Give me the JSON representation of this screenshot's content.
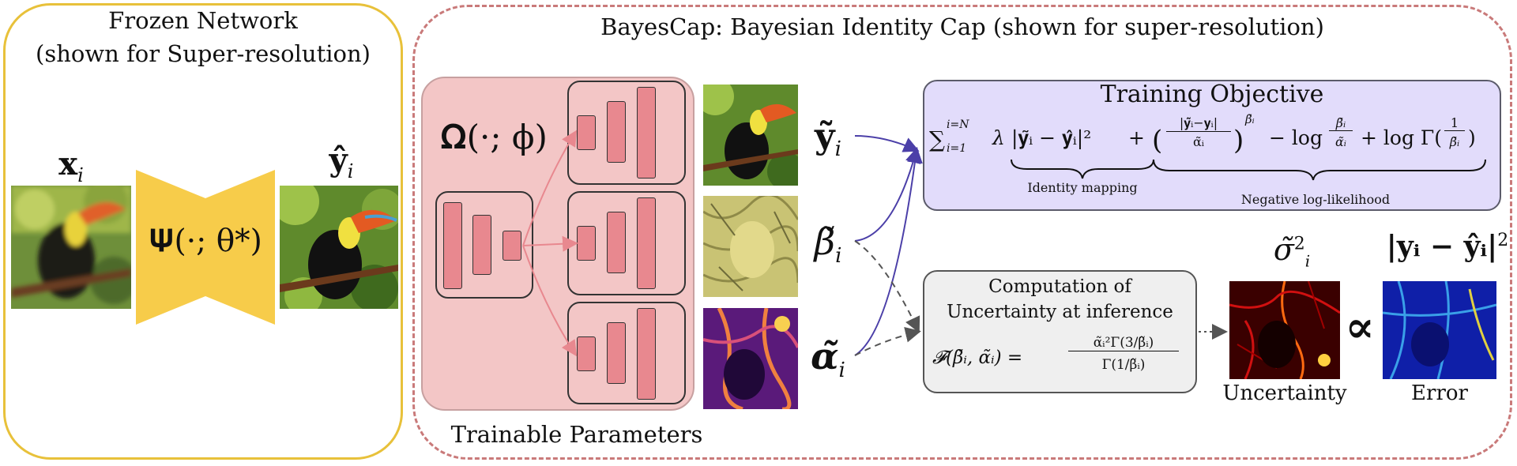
{
  "frozen": {
    "title_line1": "Frozen Network",
    "title_line2": "(shown for Super-resolution)",
    "input_label": "𝐱",
    "input_sub": "i",
    "output_label": "𝐲̂",
    "output_sub": "i",
    "network_label": "𝚿(·; θ*)"
  },
  "bayescap": {
    "title": "BayesCap: Bayesian Identity Cap (shown for super-resolution)",
    "model_label": "𝛀(·; ϕ)",
    "trainable_label": "Trainable Parameters",
    "out_y_label": "𝐲̃",
    "out_beta_label": "β̃",
    "out_alpha_label": "α̃",
    "out_sub": "i"
  },
  "objective": {
    "title": "Training Objective",
    "sum": "∑",
    "sum_top": "i=N",
    "sum_bottom": "i=1",
    "lambda": "λ",
    "identity_term": "|𝐲̃ᵢ − 𝐲̂ᵢ|²",
    "plus1": "+",
    "nll_frac_num": "|𝐲̃ᵢ−𝐲ᵢ|",
    "nll_frac_den": "α̃ᵢ",
    "nll_power": "β̃ᵢ",
    "minus_log": "− log",
    "log_frac_num": "β̃ᵢ",
    "log_frac_den": "α̃ᵢ",
    "plus_log_gamma": "+ log Γ(",
    "gamma_frac_num": "1",
    "gamma_frac_den": "β̃ᵢ",
    "close": ")",
    "identity_caption": "Identity mapping",
    "nll_caption": "Negative log-likelihood"
  },
  "uncertainty_box": {
    "line1": "Computation of",
    "line2": "Uncertainty at inference",
    "lhs": "𝓕(β̃ᵢ, α̃ᵢ) =",
    "num": "α̃ᵢ²Γ(3/β̃ᵢ)",
    "den": "Γ(1/β̃ᵢ)"
  },
  "results": {
    "sigma_label": "σ̃",
    "sigma_sup": "2",
    "sigma_sub": "i",
    "error_label": "|𝐲ᵢ − 𝐲̂ᵢ|",
    "error_sup": "2",
    "proportional": "∝",
    "uncertainty_caption": "Uncertainty",
    "error_caption": "Error"
  },
  "colors": {
    "frozen_border": "#e8c13a",
    "cap_border": "#c97a7a",
    "objective_fill": "#e2dcfb",
    "trainable_fill": "#f3c6c6",
    "arrow_purple": "#6a5acd",
    "arrow_gray": "#555555"
  }
}
